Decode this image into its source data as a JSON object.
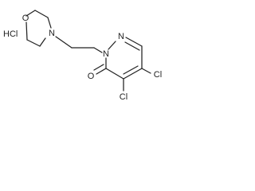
{
  "molecule": {
    "salt": "HCl",
    "atoms": {
      "morpholine_o": "O",
      "morpholine_n": "N",
      "ring_n1": "N",
      "ring_n2": "N",
      "carbonyl_o": "O",
      "chloro_4": "Cl",
      "chloro_5": "Cl"
    }
  },
  "colors": {
    "ink": "#222222",
    "background": "#ffffff"
  }
}
